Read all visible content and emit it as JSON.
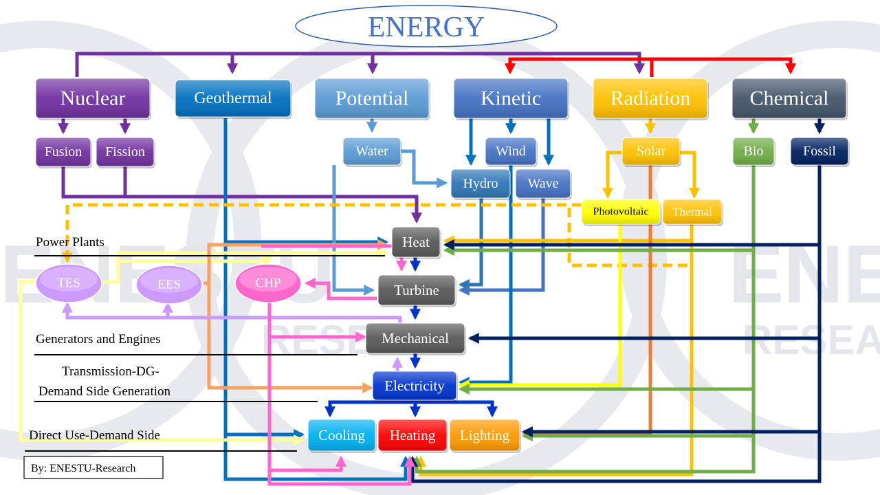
{
  "title": "ENERGY",
  "sources": {
    "nuclear": "Nuclear",
    "geothermal": "Geothermal",
    "potential": "Potential",
    "kinetic": "Kinetic",
    "radiation": "Radiation",
    "chemical": "Chemical"
  },
  "subsources": {
    "fusion": "Fusion",
    "fission": "Fission",
    "water": "Water",
    "wind": "Wind",
    "hydro": "Hydro",
    "wave": "Wave",
    "solar": "Solar",
    "photovoltaic": "Photovoltaic",
    "thermal": "Thermal",
    "bio": "Bio",
    "fossil": "Fossil"
  },
  "storage": {
    "tes": "TES",
    "ees": "EES",
    "chp": "CHP"
  },
  "conversion": {
    "heat": "Heat",
    "turbine": "Turbine",
    "mechanical": "Mechanical",
    "electricity": "Electricity"
  },
  "end_uses": {
    "cooling": "Cooling",
    "heating": "Heating",
    "lighting": "Lighting"
  },
  "stage_labels": {
    "power_plants": "Power Plants",
    "generators": "Generators and Engines",
    "transmission_line1": "Transmission-DG-",
    "transmission_line2": "Demand Side Generation",
    "direct_use": "Direct Use-Demand Side"
  },
  "credit": "By: ENESTU-Research",
  "watermark": {
    "text_left": "ENESTU",
    "text_right": "ENE",
    "sub_left": "RESE",
    "sub_right": "RESEA"
  },
  "colors": {
    "nuclear": "#7030a0",
    "geothermal": "#0070c0",
    "potential": "#5b9bd5",
    "kinetic": "#4472c4",
    "radiation": "#ffc000",
    "chemical": "#44546a",
    "bio": "#70ad47",
    "fossil": "#002060",
    "red": "#ff0000",
    "yellow": "#ffff00",
    "lightyellow": "#ffff99",
    "pink": "#ff66cc",
    "lavender": "#cc99ff",
    "salmon": "#f4a460",
    "orange": "#ed7d31",
    "electricity": "#0033cc",
    "cooling": "#00b0f0",
    "heating": "#ff0000",
    "lighting": "#ff9900"
  }
}
